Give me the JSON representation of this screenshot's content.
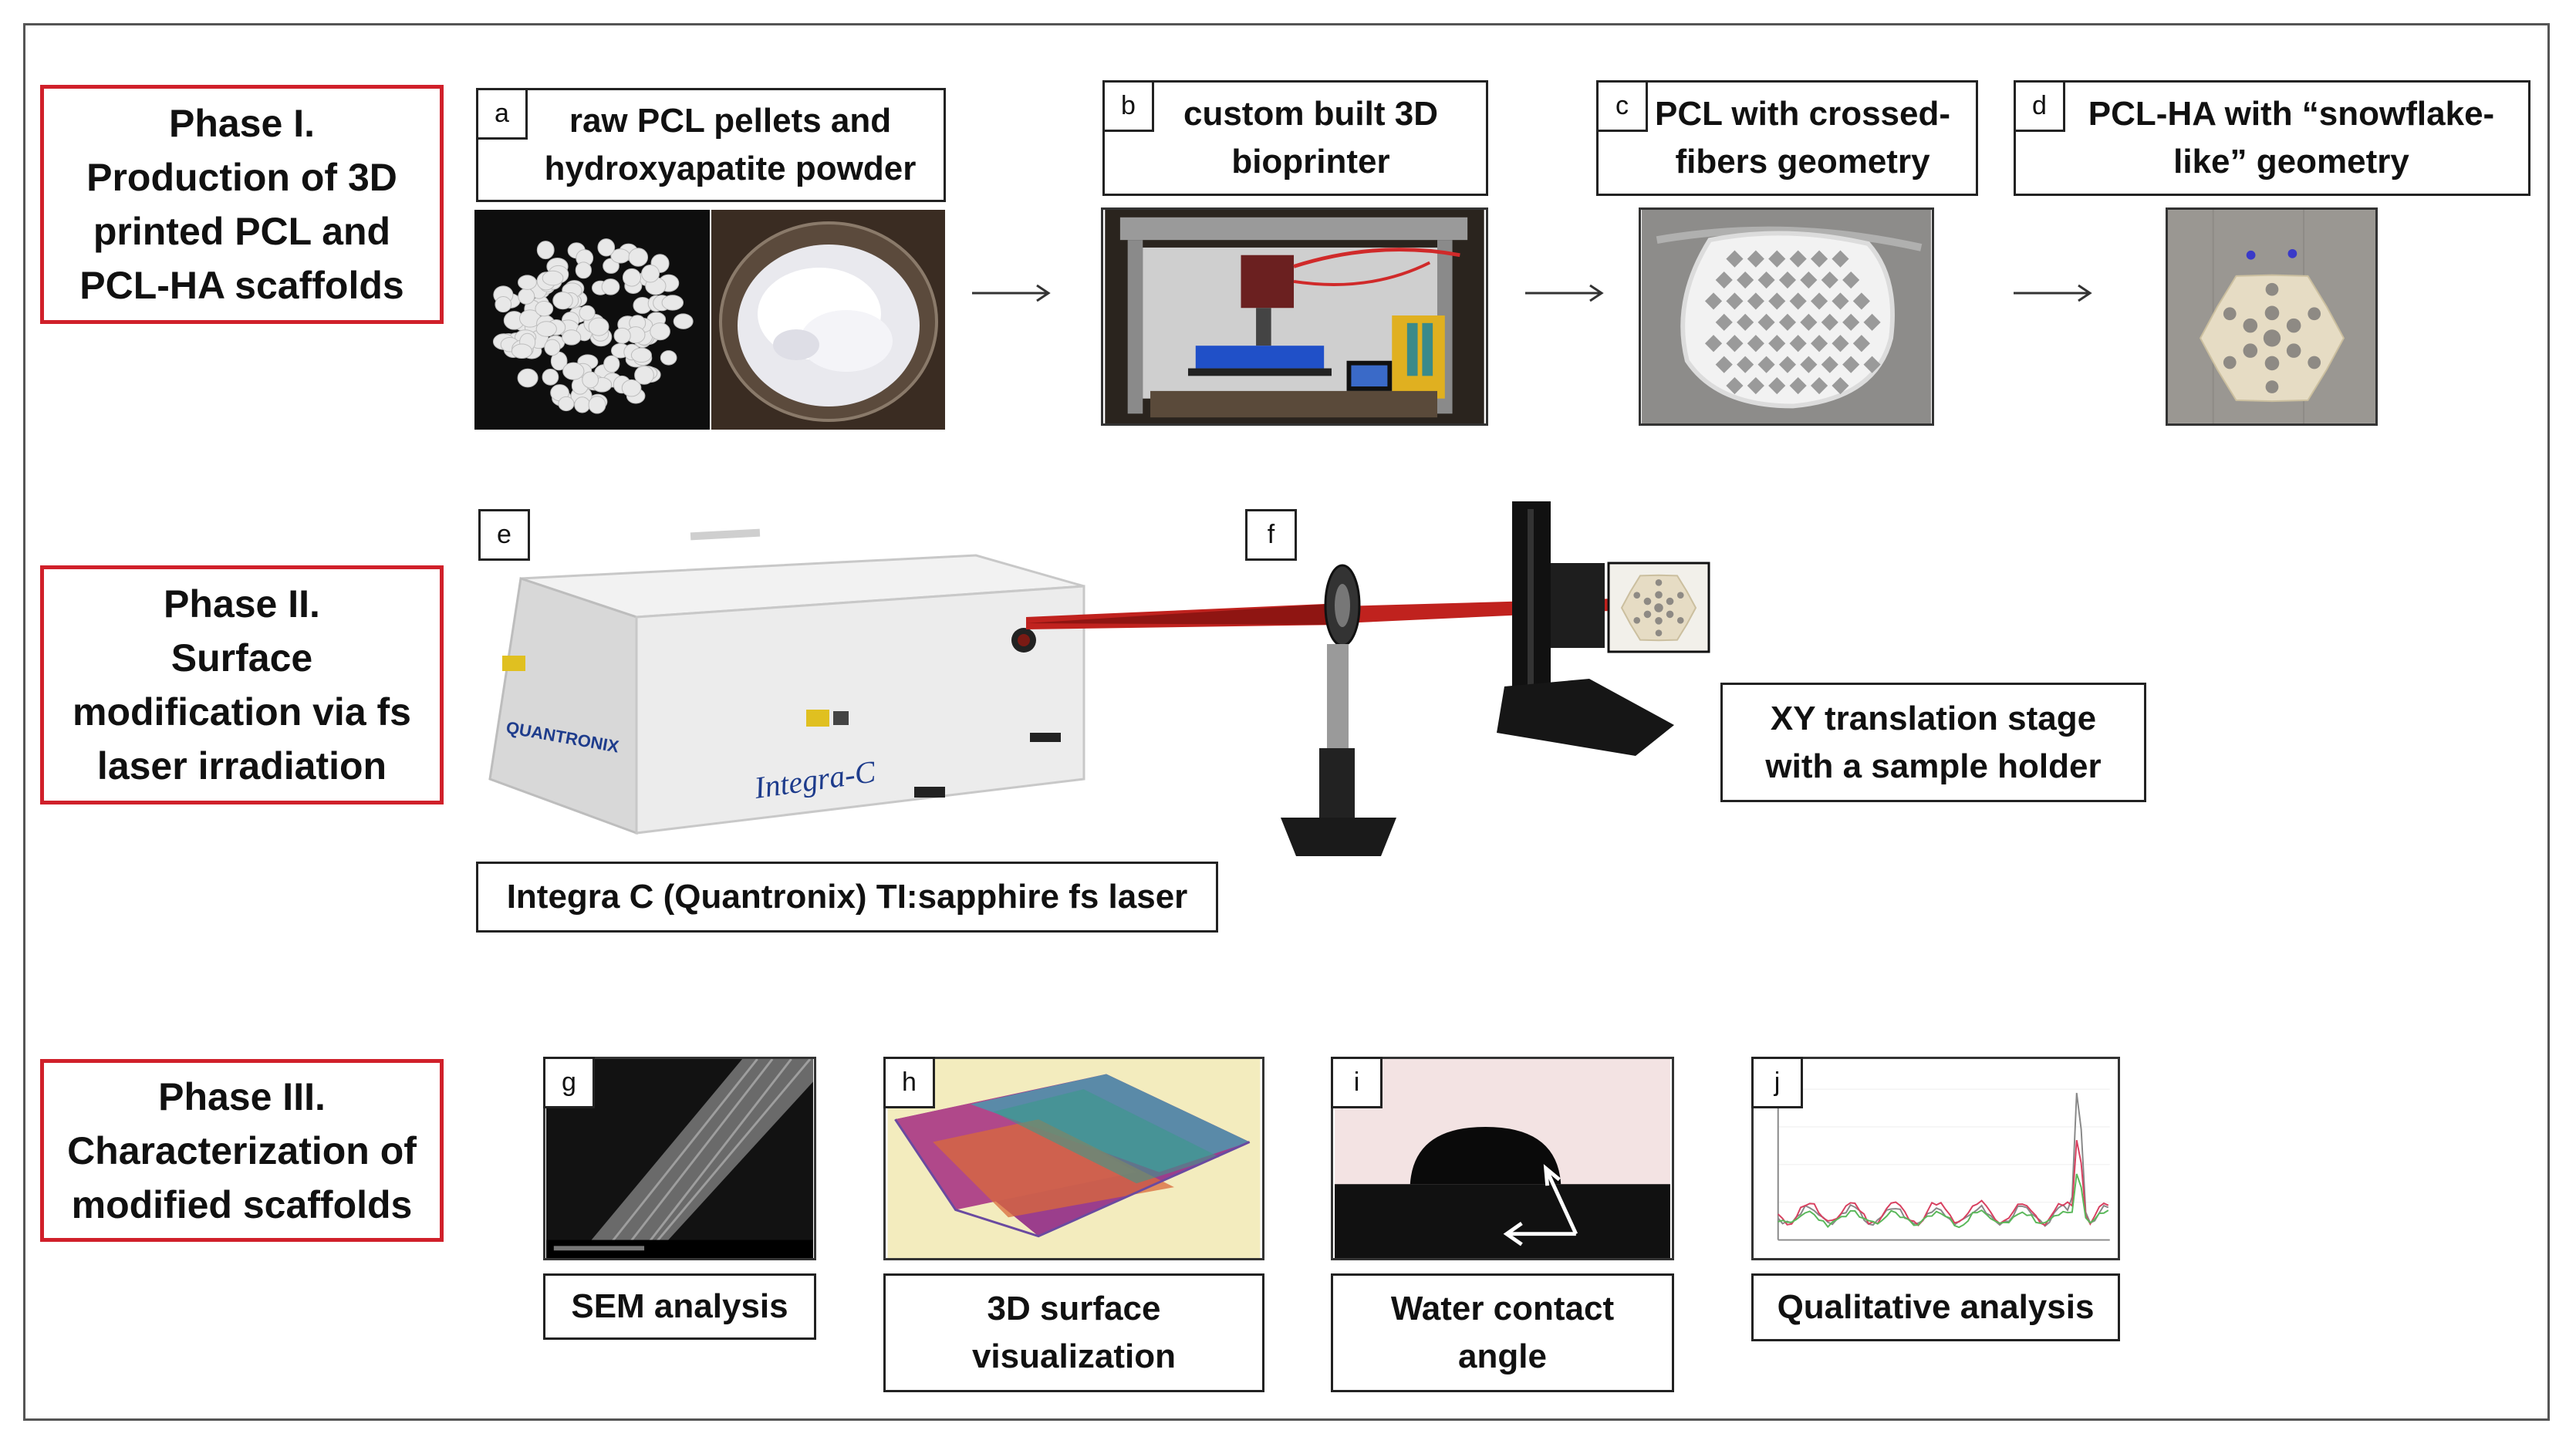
{
  "phases": [
    {
      "label": "Phase I.\nProduction of 3D\nprinted PCL and\nPCL-HA scaffolds"
    },
    {
      "label": "Phase II.\nSurface\nmodification via fs\nlaser irradiation"
    },
    {
      "label": "Phase III.\nCharacterization of\nmodified scaffolds"
    }
  ],
  "panels": {
    "a": {
      "letter": "a",
      "caption": "raw PCL pellets and\nhydroxyapatite powder"
    },
    "b": {
      "letter": "b",
      "caption": "custom built 3D\nbioprinter"
    },
    "c": {
      "letter": "c",
      "caption": "PCL with crossed-\nfibers geometry"
    },
    "d": {
      "letter": "d",
      "caption": "PCL-HA with “snowflake-\nlike” geometry"
    },
    "e": {
      "letter": "e",
      "caption": "Integra C (Quantronix) TI:sapphire fs laser",
      "brand": "QUANTRONIX",
      "model": "Integra-C"
    },
    "f": {
      "letter": "f",
      "caption": "XY translation stage\nwith a sample holder"
    },
    "g": {
      "letter": "g",
      "caption": "SEM analysis"
    },
    "h": {
      "letter": "h",
      "caption": "3D surface\nvisualization"
    },
    "i": {
      "letter": "i",
      "caption": "Water contact\nangle"
    },
    "j": {
      "letter": "j",
      "caption": "Qualitative analysis"
    }
  },
  "colors": {
    "phase_border": "#d0202a",
    "laser_beam": "#c0221e",
    "ha_scaffold": "#e6dcc4"
  }
}
